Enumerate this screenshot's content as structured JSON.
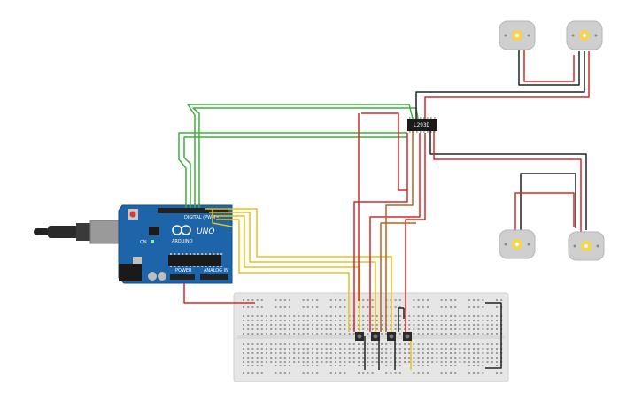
{
  "arduino": {
    "brand_text": "ARDUINO",
    "board_text": "UNO",
    "power_label": "POWER",
    "analog_label": "ANALOG IN",
    "digital_label": "DIGITAL (PWM~)",
    "on_label": "ON"
  },
  "driver_chip": {
    "label": "L293D"
  },
  "colors": {
    "board": "#1d64a8",
    "breadboard": "#e6e6e6",
    "wire_red": "#d62828",
    "wire_black": "#222222",
    "wire_yellow": "#e8c21a",
    "wire_green": "#3fae3f",
    "wire_orange": "#b5651d",
    "motor_body": "#cfcfcf",
    "motor_shaft": "#f2d64b"
  },
  "motors": [
    {
      "name": "motor-top-left"
    },
    {
      "name": "motor-top-right"
    },
    {
      "name": "motor-bottom-left"
    },
    {
      "name": "motor-bottom-right"
    }
  ],
  "pushbuttons_count": 4
}
